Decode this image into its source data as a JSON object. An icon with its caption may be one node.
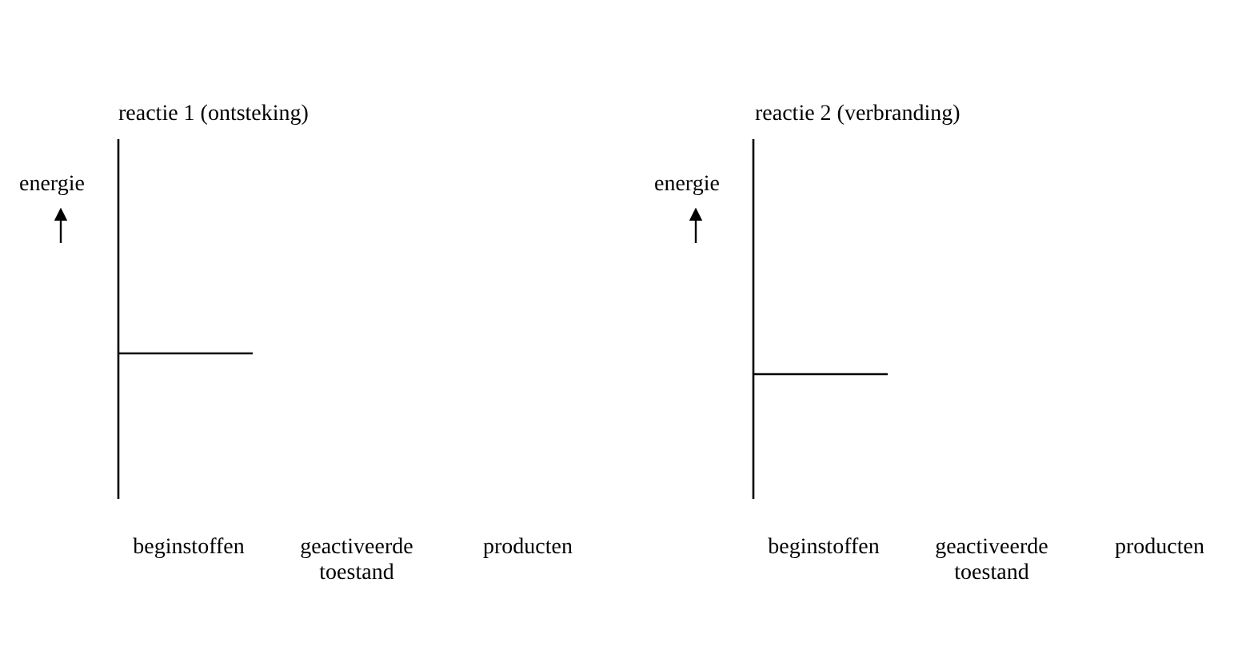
{
  "diagram": {
    "labels": [
      "reactie 1 (ontsteking)",
      "reactie 2 (verbranding)",
      "energie",
      "energie",
      "beginstoffen",
      "geactiveerde toestand",
      "producten",
      "beginstoffen",
      "geactiveerde toestand",
      "producten"
    ]
  }
}
